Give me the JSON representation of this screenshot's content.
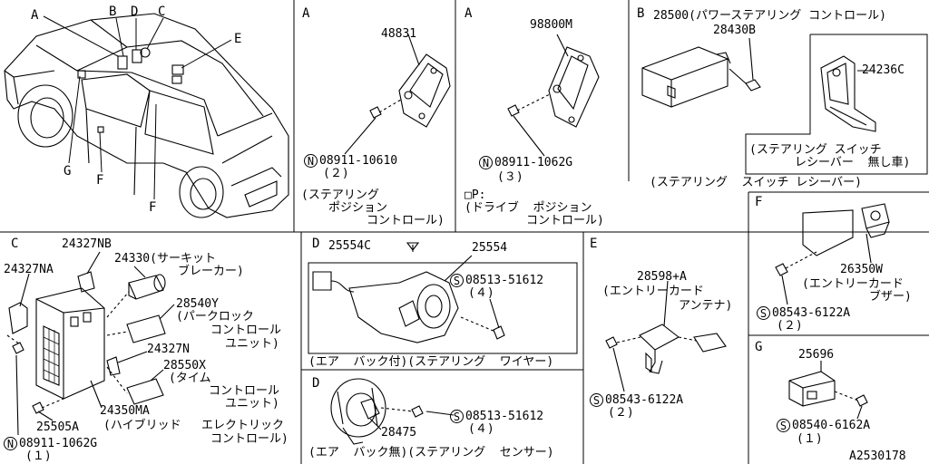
{
  "car": {
    "callouts": [
      "A",
      "B",
      "D",
      "C",
      "E",
      "G",
      "F",
      "F"
    ]
  },
  "panelA1": {
    "letter": "A",
    "part": "48831",
    "nut_symbol": "N",
    "nut": "08911-10610",
    "qty": "(２)",
    "caption": [
      "(ステアリング",
      "ポジション",
      "コントロール)"
    ]
  },
  "panelA2": {
    "letter": "A",
    "part": "98800M",
    "nut_symbol": "N",
    "nut": "08911-1062G",
    "qty": "(３)",
    "caption": [
      "□P:",
      "(ドライブ  ポジション",
      "コントロール)"
    ]
  },
  "panelB": {
    "letter": "B",
    "part_main": "28500(パワーステアリング コントロール)",
    "part_bolt": "28430B",
    "part_bracket": "24236C",
    "inset_caption": [
      "(ステアリング スイッチ",
      "レシーバー  無し車)"
    ],
    "caption": "(ステアリング  スイッチ レシーバー)"
  },
  "panelC": {
    "letter": "C",
    "labels": {
      "p24327NB": "24327NB",
      "p24327NA": "24327NA",
      "p24330": "24330(サーキット",
      "p24330b": "ブレーカー)",
      "p28540Y": "28540Y",
      "p28540Y_b": "(パークロック",
      "p28540Y_c": "コントロール",
      "p28540Y_d": "ユニット)",
      "p24327N": "24327N",
      "p28550X": "28550X",
      "p28550X_b": "(タイム",
      "p28550X_c": "コントロール",
      "p28550X_d": "ユニット)",
      "p24350MA": "24350MA",
      "p24350MA_b": "(ハイブリッド",
      "p24350MA_c": "エレクトリック",
      "p24350MA_d": "コントロール)",
      "p25505A": "25505A",
      "nut_symbol": "N",
      "nut": "08911-1062G",
      "qty": "(１)"
    }
  },
  "panelD1": {
    "letter": "D",
    "part_clip": "25554C",
    "part_main": "25554",
    "screw_symbol": "S",
    "screw": "08513-51612",
    "qty": "(４)",
    "caption": "(エア  バック付)(ステアリング  ワイヤー)"
  },
  "panelD2": {
    "letter": "D",
    "part_main": "28475",
    "screw_symbol": "S",
    "screw": "08513-51612",
    "qty": "(４)",
    "caption": "(エア  バック無)(ステアリング  センサー)"
  },
  "panelE": {
    "letter": "E",
    "part": "28598+A",
    "caption_a": "(エントリーカード",
    "caption_b": "アンテナ)",
    "screw_symbol": "S",
    "screw": "08543-6122A",
    "qty": "(２)"
  },
  "panelF": {
    "letter": "F",
    "part": "26350W",
    "caption_a": "(エントリーカード",
    "caption_b": "ブザー)",
    "screw_symbol": "S",
    "screw": "08543-6122A",
    "qty": "(２)"
  },
  "panelG": {
    "letter": "G",
    "part": "25696",
    "screw_symbol": "S",
    "screw": "08540-6162A",
    "qty": "(１)"
  },
  "diagram_code": "A2530178"
}
